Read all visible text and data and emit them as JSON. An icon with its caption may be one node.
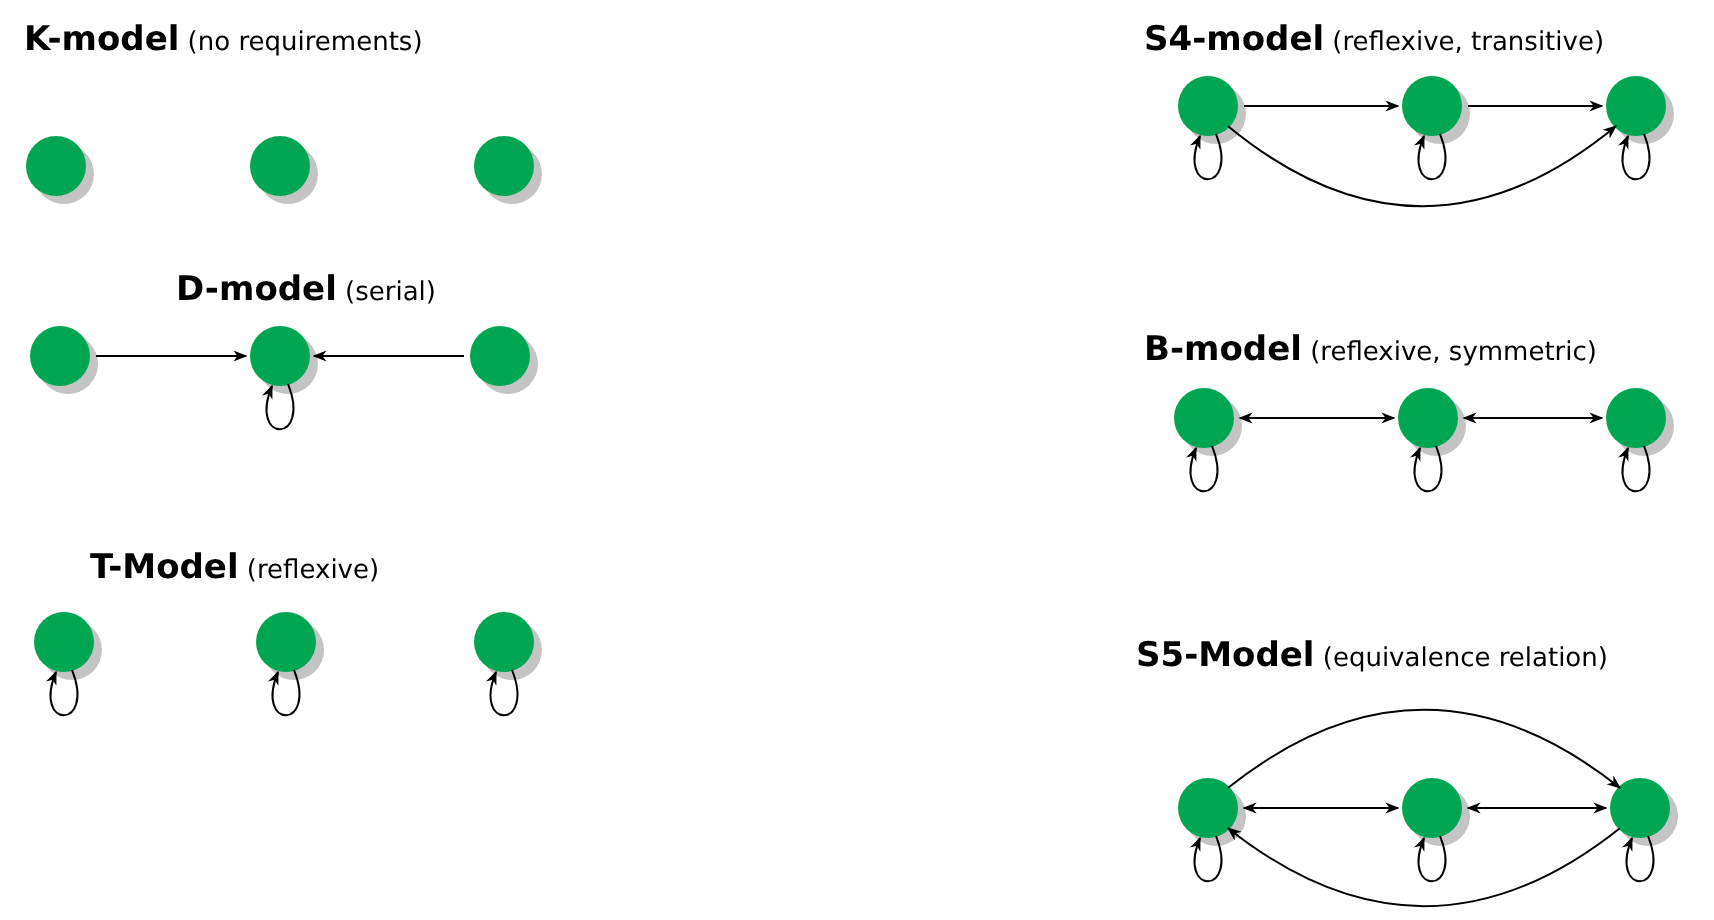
{
  "diagram": {
    "nodes": [
      {
        "text": [],
        "shape": "circle"
      },
      {
        "text": [],
        "shape": "circle"
      },
      {
        "text": [],
        "shape": "circle"
      },
      {
        "text": [],
        "shape": "circle"
      },
      {
        "text": [],
        "shape": "circle"
      },
      {
        "text": [],
        "shape": "circle"
      },
      {
        "text": [],
        "shape": "circle"
      },
      {
        "text": [],
        "shape": "circle"
      },
      {
        "text": [],
        "shape": "circle"
      },
      {
        "text": [],
        "shape": "circle"
      },
      {
        "text": [],
        "shape": "circle"
      },
      {
        "text": [],
        "shape": "circle"
      },
      {
        "text": [],
        "shape": "circle"
      },
      {
        "text": [],
        "shape": "circle"
      },
      {
        "text": [],
        "shape": "circle"
      },
      {
        "text": [],
        "shape": "circle"
      },
      {
        "text": [],
        "shape": "circle"
      },
      {
        "text": [],
        "shape": "circle"
      }
    ],
    "edges": [
      {
        "from": 3,
        "to": 4,
        "arrow": "to"
      },
      {
        "from": 5,
        "to": 4,
        "arrow": "to"
      },
      {
        "from": 4,
        "to": 4,
        "arrow": "to"
      },
      {
        "from": 6,
        "to": 6,
        "arrow": "to"
      },
      {
        "from": 7,
        "to": 7,
        "arrow": "to"
      },
      {
        "from": 8,
        "to": 8,
        "arrow": "to"
      },
      {
        "from": 9,
        "to": 10,
        "arrow": "to"
      },
      {
        "from": 10,
        "to": 11,
        "arrow": "to"
      },
      {
        "from": 9,
        "to": 11,
        "arrow": "to"
      },
      {
        "from": 9,
        "to": 9,
        "arrow": "to"
      },
      {
        "from": 10,
        "to": 10,
        "arrow": "to"
      },
      {
        "from": 11,
        "to": 11,
        "arrow": "to"
      },
      {
        "from": 12,
        "to": 13,
        "arrow": "both"
      },
      {
        "from": 13,
        "to": 14,
        "arrow": "both"
      },
      {
        "from": 12,
        "to": 12,
        "arrow": "to"
      },
      {
        "from": 13,
        "to": 13,
        "arrow": "to"
      },
      {
        "from": 14,
        "to": 14,
        "arrow": "to"
      },
      {
        "from": 15,
        "to": 16,
        "arrow": "both"
      },
      {
        "from": 16,
        "to": 17,
        "arrow": "both"
      },
      {
        "from": 15,
        "to": 17,
        "arrow": "to"
      },
      {
        "from": 17,
        "to": 15,
        "arrow": "to"
      },
      {
        "from": 15,
        "to": 15,
        "arrow": "to"
      },
      {
        "from": 16,
        "to": 16,
        "arrow": "to"
      },
      {
        "from": 17,
        "to": 17,
        "arrow": "to"
      }
    ],
    "labels": [
      "**K-model** (no requirements)",
      "**S4-model** (reflexive, transitive)",
      "**D-model** (serial)",
      "**B-model** (reflexive, symmetric)",
      "**T-Model** (reflexive)",
      "**S5-Model** (equivalence relation)"
    ]
  }
}
